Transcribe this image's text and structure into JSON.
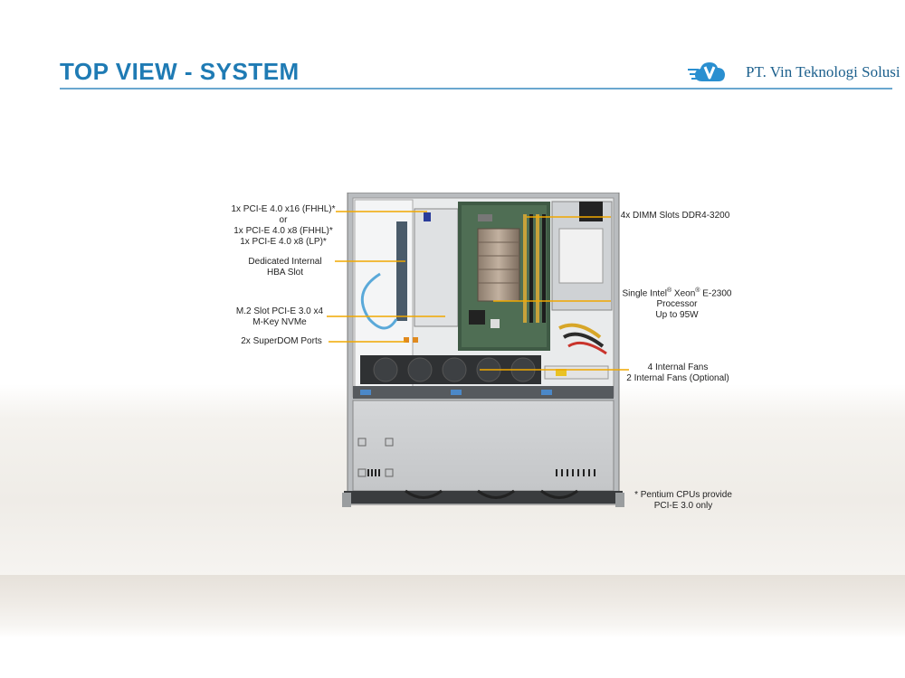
{
  "header": {
    "title": "TOP VIEW - SYSTEM",
    "logo_text": "PT. Vin Teknologi Solusi",
    "logo_icon": "cloud-v-icon"
  },
  "callouts": {
    "pcie": {
      "line1": "1x PCI-E 4.0 x16 (FHHL)*",
      "line2": "or",
      "line3": "1x PCI-E 4.0 x8 (FHHL)*",
      "line4": "1x PCI-E 4.0 x8 (LP)*"
    },
    "hba": {
      "line1": "Dedicated Internal",
      "line2": "HBA Slot"
    },
    "m2": {
      "line1": "M.2 Slot PCI-E 3.0 x4",
      "line2": "M-Key NVMe"
    },
    "superdom": {
      "line1": "2x SuperDOM Ports"
    },
    "dimm": {
      "line1": "4x DIMM Slots DDR4-3200"
    },
    "cpu": {
      "line1_a": "Single Intel",
      "line1_sup1": "®",
      "line1_b": " Xeon",
      "line1_sup2": "®",
      "line1_c": " E-2300",
      "line2": "Processor",
      "line3": "Up to 95W"
    },
    "fans": {
      "line1": "4 Internal  Fans",
      "line2": "2 Internal  Fans (Optional)"
    },
    "note": {
      "line1": "* Pentium CPUs provide",
      "line2": "PCI-E 3.0 only"
    }
  },
  "colors": {
    "title": "#1f7bb4",
    "callout_line": "#f0a800",
    "logo": "#1b5f8c"
  }
}
